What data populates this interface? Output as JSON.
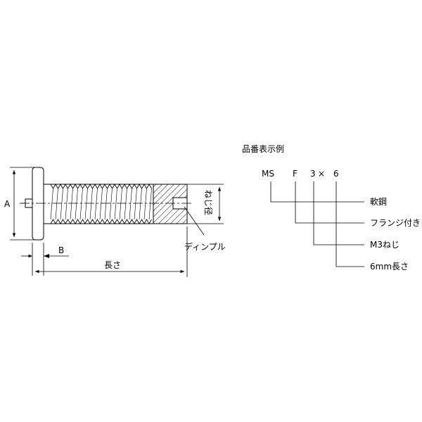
{
  "drawing": {
    "dimension_a": "A",
    "dimension_b": "B",
    "length_label": "長さ",
    "thread_diameter_label": "ねじ径",
    "dimple_label": "ディンプル"
  },
  "part_number": {
    "title": "品番表示例",
    "codes": [
      "MS",
      "F",
      "3",
      "×",
      "6"
    ],
    "legend": [
      {
        "label": "軟鋼"
      },
      {
        "label": "フランジ付き"
      },
      {
        "label": "M3ねじ"
      },
      {
        "label": "6mm長さ"
      }
    ]
  }
}
